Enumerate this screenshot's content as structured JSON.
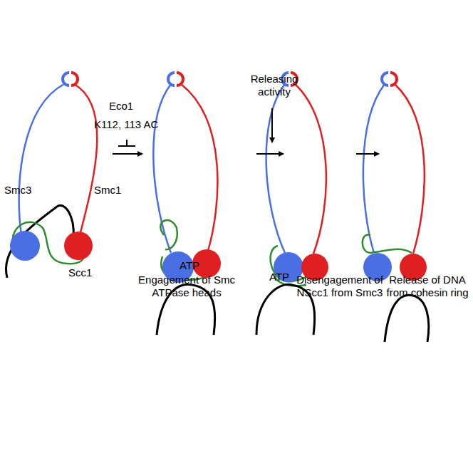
{
  "diagram": {
    "labels": [
      "Eco1",
      "K112, 113 AC",
      "Releasing activity",
      "Smc3",
      "Smc1",
      "Scc1",
      "ATP",
      "ATP",
      "Engagement of Smc ATPase heads",
      "Disengagement of NScc1 from Smc3",
      "Release of DNA from cohesin ring"
    ]
  }
}
